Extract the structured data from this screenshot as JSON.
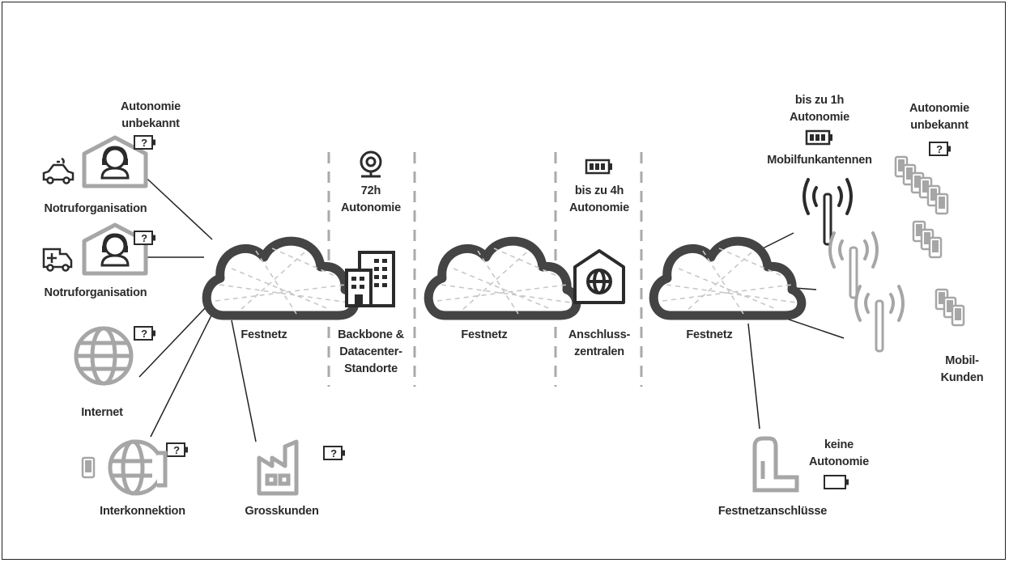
{
  "labels": {
    "autonomy_unknown_top": [
      "Autonomie",
      "unbekannt"
    ],
    "notruf_1": "Notruforganisation",
    "notruf_2": "Notruforganisation",
    "internet": "Internet",
    "interkonnektion": "Interkonnektion",
    "grosskunden": "Grosskunden",
    "festnetz_1": "Festnetz",
    "festnetz_2": "Festnetz",
    "festnetz_3": "Festnetz",
    "backbone_autonomy": [
      "72h",
      "Autonomie"
    ],
    "backbone": [
      "Backbone &",
      "Datacenter-",
      "Standorte"
    ],
    "anschluss_autonomy": [
      "bis zu 4h",
      "Autonomie"
    ],
    "anschluss": [
      "Anschluss-",
      "zentralen"
    ],
    "mobile_autonomy": [
      "bis zu 1h",
      "Autonomie"
    ],
    "mobilfunk": "Mobilfunkantennen",
    "mobile_clients_autonomy": [
      "Autonomie",
      "unbekannt"
    ],
    "mobile_clients": [
      "Mobil-",
      "Kunden"
    ],
    "festnetz_autonomy": [
      "keine",
      "Autonomie"
    ],
    "festnetzanschluesse": "Festnetzanschlüsse"
  },
  "battery_unknown_mark": "?",
  "colors": {
    "dark": "#333333",
    "gray": "#a6a6a6",
    "line": "#222222",
    "dashed": "#aaaaaa"
  },
  "icons": [
    "battery-unknown-icon",
    "police-car-icon",
    "ambulance-icon",
    "emergency-operator-house-icon",
    "globe-icon",
    "phone-globe-icon",
    "smartphone-icon",
    "factory-icon",
    "cloud-network-icon",
    "webcam-icon",
    "office-building-icon",
    "battery-icon",
    "exchange-house-icon",
    "antenna-icon",
    "mobile-devices-icon",
    "fixed-line-socket-icon"
  ]
}
